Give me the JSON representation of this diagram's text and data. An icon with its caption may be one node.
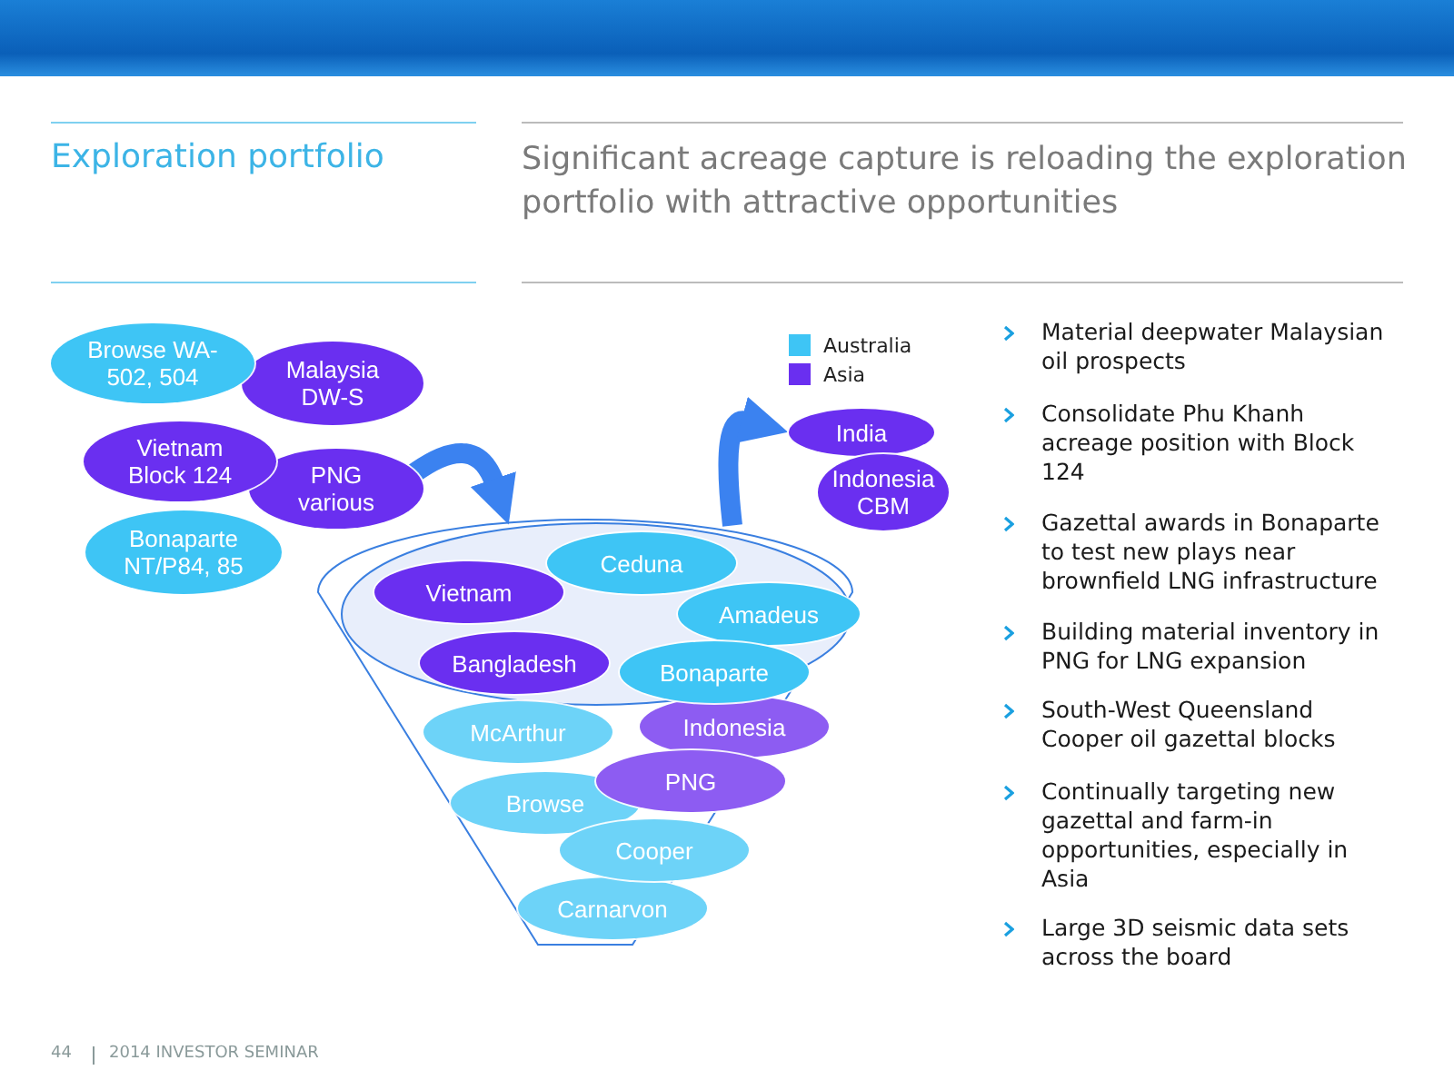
{
  "diagram": {
    "title": "Significant acreage capture is reloading the exploration portfolio with attractive opportunities",
    "nodes": [
      {
        "text": [
          "Browse WA-502, 504"
        ]
      },
      {
        "text": [
          "Malaysia DW-S"
        ]
      },
      {
        "text": [
          "Vietnam Block 124"
        ]
      },
      {
        "text": [
          "PNG various"
        ]
      },
      {
        "text": [
          "Bonaparte NT/P84, 85"
        ]
      },
      {
        "text": [
          "India"
        ]
      },
      {
        "text": [
          "Indonesia CBM"
        ]
      },
      {
        "text": [],
        "shape": "funnel"
      },
      {
        "text": [
          "Vietnam"
        ],
        "in": 7
      },
      {
        "text": [
          "Ceduna"
        ],
        "in": 7
      },
      {
        "text": [
          "Amadeus"
        ],
        "in": 7
      },
      {
        "text": [
          "Bangladesh"
        ],
        "in": 7
      },
      {
        "text": [
          "Bonaparte"
        ],
        "in": 7
      },
      {
        "text": [
          "McArthur"
        ],
        "in": 7
      },
      {
        "text": [
          "Indonesia"
        ],
        "in": 7
      },
      {
        "text": [
          "PNG"
        ],
        "in": 7
      },
      {
        "text": [
          "Browse"
        ],
        "in": 7
      },
      {
        "text": [
          "Cooper"
        ],
        "in": 7
      },
      {
        "text": [
          "Carnarvon"
        ],
        "in": 7
      }
    ],
    "edges": [
      {
        "from": 3,
        "to": 7,
        "arrow": "to"
      },
      {
        "from": 7,
        "to": 5,
        "arrow": "to"
      }
    ],
    "labels": [
      "Exploration portfolio",
      "Material deepwater Malaysian oil prospects",
      "Consolidate Phu Khanh acreage position with Block 124",
      "Gazettal awards in Bonaparte to test new plays near brownfield LNG infrastructure",
      "Building material inventory in PNG for LNG expansion",
      "South-West Queensland Cooper oil gazettal blocks",
      "Continually targeting new gazettal and farm-in opportunities, especially in Asia",
      "Large 3D seismic data sets across the board",
      "44",
      "2014 INVESTOR SEMINAR"
    ],
    "legend": [
      {
        "text": "Australia",
        "color": "#3ec5f5"
      },
      {
        "text": "Asia",
        "color": "#6a2ff0"
      }
    ]
  }
}
